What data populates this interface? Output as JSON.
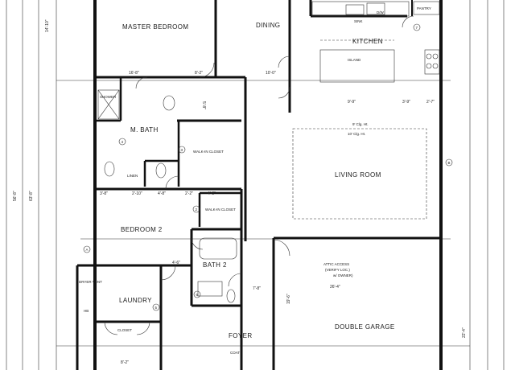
{
  "rooms": {
    "master_bedroom": "MASTER BEDROOM",
    "dining": "DINING",
    "kitchen": "KITCHEN",
    "island": "ISLAND",
    "pantry": "PANTRY",
    "sink": "SINK",
    "dw": "D/W",
    "m_bath": "M. BATH",
    "walk_in_closet_1": "WALK-IN CLOSET",
    "linen": "LINEN",
    "living_room": "LIVING ROOM",
    "bedroom2": "BEDROOM 2",
    "walk_in_closet_2": "WALK-IN CLOSET",
    "bath2": "BATH 2",
    "attic_access_1": "ATTIC ACCESS",
    "attic_access_2": "(VERIFY LOC.)",
    "attic_access_3": "w/ OWNER)",
    "laundry": "LAUNDRY",
    "closet": "CLOSET",
    "foyer": "FOYER",
    "double_garage": "DOUBLE GARAGE",
    "shower": "SHOWER",
    "dryer_vent": "DRYER VENT",
    "hb": "HB",
    "coat": "COAT",
    "ceiling_ht_1": "9' Clg. Ht.",
    "ceiling_ht_2": "10' Clg. Ht."
  },
  "dimensions": {
    "d1": "14'-10\"",
    "d2": "16'-8\"",
    "d3": "8'-2\"",
    "d4": "10'-0\"",
    "d5": "9'-9\"",
    "d6": "3'-9\"",
    "d7": "3'-8\"",
    "d8": "2'-10\"",
    "d9": "4'-8\"",
    "d10": "2'-2\"",
    "d11": "4'-8\"",
    "d12": "4'-6\"",
    "d13": "26'-4\"",
    "d14": "19'-6\"",
    "d15": "7'-8\"",
    "d16": "63'-8\"",
    "d17": "56'-8\"",
    "d18": "22'-4\"",
    "d19": "5'-8\"",
    "d20": "2'-7\"",
    "d21": "8'-2\""
  },
  "markers": [
    "A",
    "B",
    "4",
    "3",
    "2",
    "5",
    "6",
    "7"
  ]
}
